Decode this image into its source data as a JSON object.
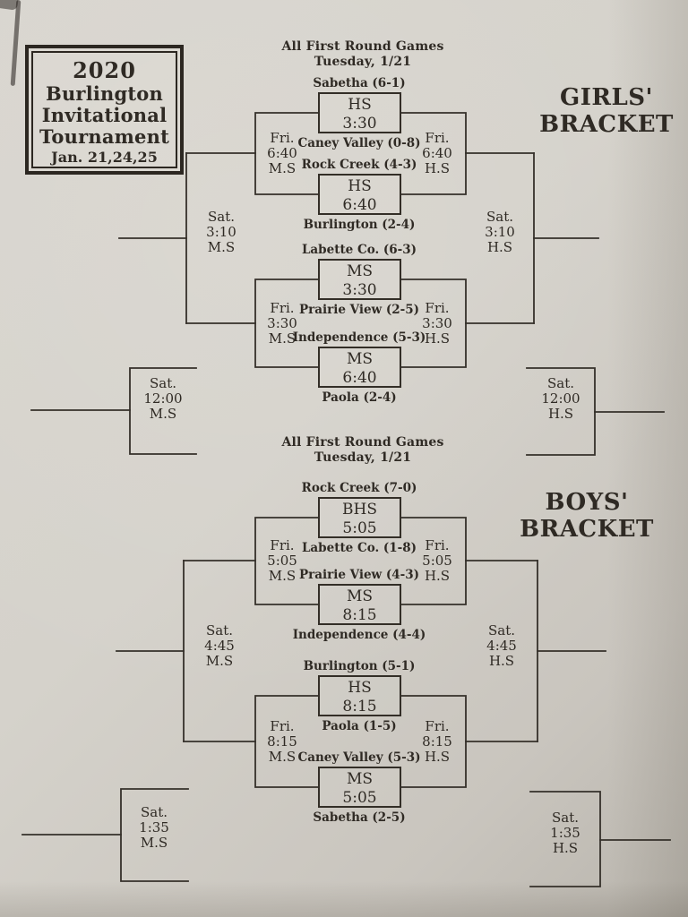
{
  "colors": {
    "ink": "#2f2a24",
    "paper": "#d5d2cb"
  },
  "title_box": {
    "lines": [
      "2020",
      "Burlington",
      "Invitational",
      "Tournament",
      "Jan. 21,24,25"
    ]
  },
  "girls": {
    "bracket_label_line1": "GIRLS'",
    "bracket_label_line2": "BRACKET",
    "round_note_line1": "All First Round Games",
    "round_note_line2": "Tuesday, 1/21",
    "games": [
      {
        "top_team": "Sabetha (6-1)",
        "venue": "HS",
        "time": "3:30",
        "bottom_team": "Caney Valley (0-8)"
      },
      {
        "top_team": "Rock Creek (4-3)",
        "venue": "HS",
        "time": "6:40",
        "bottom_team": "Burlington (2-4)"
      },
      {
        "top_team": "Labette Co. (6-3)",
        "venue": "MS",
        "time": "3:30",
        "bottom_team": "Prairie View (2-5)"
      },
      {
        "top_team": "Independence (5-3)",
        "venue": "MS",
        "time": "6:40",
        "bottom_team": "Paola (2-4)"
      }
    ],
    "semi_left_1": {
      "day": "Fri.",
      "time": "6:40",
      "site": "M.S"
    },
    "semi_left_2": {
      "day": "Fri.",
      "time": "3:30",
      "site": "M.S"
    },
    "semi_right_1": {
      "day": "Fri.",
      "time": "6:40",
      "site": "H.S"
    },
    "semi_right_2": {
      "day": "Fri.",
      "time": "3:30",
      "site": "H.S"
    },
    "final_left": {
      "day": "Sat.",
      "time": "3:10",
      "site": "M.S"
    },
    "final_right": {
      "day": "Sat.",
      "time": "3:10",
      "site": "H.S"
    },
    "consolation_left": {
      "day": "Sat.",
      "time": "12:00",
      "site": "M.S"
    },
    "consolation_right": {
      "day": "Sat.",
      "time": "12:00",
      "site": "H.S"
    }
  },
  "boys": {
    "bracket_label_line1": "BOYS'",
    "bracket_label_line2": "BRACKET",
    "round_note_line1": "All First Round Games",
    "round_note_line2": "Tuesday, 1/21",
    "games": [
      {
        "top_team": "Rock Creek (7-0)",
        "venue": "BHS",
        "time": "5:05",
        "bottom_team": "Labette Co. (1-8)"
      },
      {
        "top_team": "Prairie View (4-3)",
        "venue": "MS",
        "time": "8:15",
        "bottom_team": "Independence (4-4)"
      },
      {
        "top_team": "Burlington (5-1)",
        "venue": "HS",
        "time": "8:15",
        "bottom_team": "Paola (1-5)"
      },
      {
        "top_team": "Caney Valley (5-3)",
        "venue": "MS",
        "time": "5:05",
        "bottom_team": "Sabetha (2-5)"
      }
    ],
    "semi_left_1": {
      "day": "Fri.",
      "time": "5:05",
      "site": "M.S"
    },
    "semi_left_2": {
      "day": "Fri.",
      "time": "8:15",
      "site": "M.S"
    },
    "semi_right_1": {
      "day": "Fri.",
      "time": "5:05",
      "site": "H.S"
    },
    "semi_right_2": {
      "day": "Fri.",
      "time": "8:15",
      "site": "H.S"
    },
    "final_left": {
      "day": "Sat.",
      "time": "4:45",
      "site": "M.S"
    },
    "final_right": {
      "day": "Sat.",
      "time": "4:45",
      "site": "H.S"
    },
    "consolation_left": {
      "day": "Sat.",
      "time": "1:35",
      "site": "M.S"
    },
    "consolation_right": {
      "day": "Sat.",
      "time": "1:35",
      "site": "H.S"
    }
  }
}
